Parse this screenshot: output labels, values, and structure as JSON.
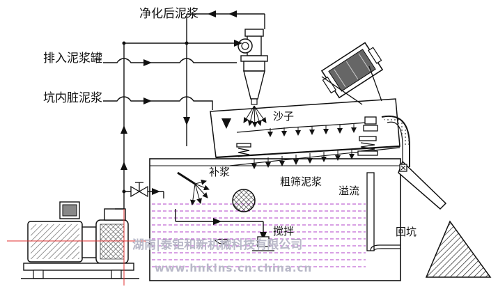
{
  "labels": {
    "cleaned_mud": "净化后泥浆",
    "discharge_tank": "排入泥浆罐",
    "pit_dirty_mud": "坑内脏泥浆",
    "sand": "沙子",
    "makeup_slurry": "补浆",
    "coarse_screened_mud": "粗筛泥浆",
    "overflow": "溢流",
    "agitation": "搅拌",
    "return_pit": "回坑"
  },
  "watermark": {
    "company": "湖南|泰钜和新机械科技有限公司",
    "url": "www.hnklns.cn.china.cn"
  },
  "colors": {
    "line": "#111111",
    "slurry": "#b040c8",
    "center_line": "#e03030",
    "watermark": "#b8b8c8",
    "tank_fill": "#ffffff"
  }
}
